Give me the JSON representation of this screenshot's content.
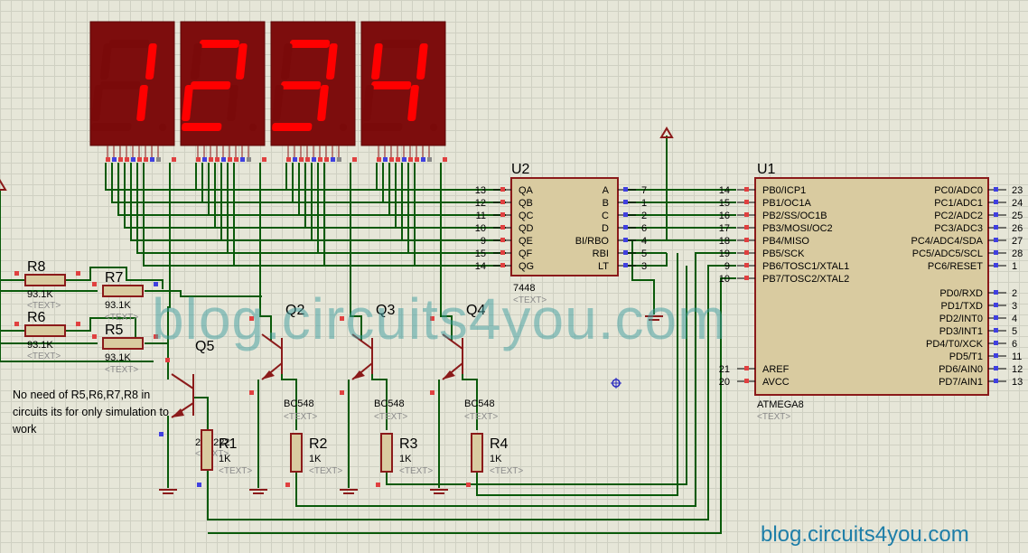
{
  "displays": {
    "digits": [
      "1",
      "2",
      "3",
      "4"
    ],
    "colors": {
      "on": "#ff0000",
      "off": "#7a0a0a",
      "frame": "#7d0d0d"
    }
  },
  "u2": {
    "ref": "U2",
    "part": "7448",
    "text": "<TEXT>",
    "left_pins": [
      {
        "num": "13",
        "name": "QA"
      },
      {
        "num": "12",
        "name": "QB"
      },
      {
        "num": "11",
        "name": "QC"
      },
      {
        "num": "10",
        "name": "QD"
      },
      {
        "num": "9",
        "name": "QE"
      },
      {
        "num": "15",
        "name": "QF"
      },
      {
        "num": "14",
        "name": "QG"
      }
    ],
    "right_pins": [
      {
        "num": "7",
        "name": "A"
      },
      {
        "num": "1",
        "name": "B"
      },
      {
        "num": "2",
        "name": "C"
      },
      {
        "num": "6",
        "name": "D"
      },
      {
        "num": "4",
        "name": "BI/RBO"
      },
      {
        "num": "5",
        "name": "RBI"
      },
      {
        "num": "3",
        "name": "LT"
      }
    ]
  },
  "u1": {
    "ref": "U1",
    "part": "ATMEGA8",
    "text": "<TEXT>",
    "left_pins": [
      {
        "num": "14",
        "name": "PB0/ICP1"
      },
      {
        "num": "15",
        "name": "PB1/OC1A"
      },
      {
        "num": "16",
        "name": "PB2/SS/OC1B"
      },
      {
        "num": "17",
        "name": "PB3/MOSI/OC2"
      },
      {
        "num": "18",
        "name": "PB4/MISO"
      },
      {
        "num": "19",
        "name": "PB5/SCK"
      },
      {
        "num": "9",
        "name": "PB6/TOSC1/XTAL1"
      },
      {
        "num": "10",
        "name": "PB7/TOSC2/XTAL2"
      },
      {
        "num": "21",
        "name": "AREF"
      },
      {
        "num": "20",
        "name": "AVCC"
      }
    ],
    "right_pins": [
      {
        "num": "23",
        "name": "PC0/ADC0"
      },
      {
        "num": "24",
        "name": "PC1/ADC1"
      },
      {
        "num": "25",
        "name": "PC2/ADC2"
      },
      {
        "num": "26",
        "name": "PC3/ADC3"
      },
      {
        "num": "27",
        "name": "PC4/ADC4/SDA"
      },
      {
        "num": "28",
        "name": "PC5/ADC5/SCL"
      },
      {
        "num": "1",
        "name": "PC6/RESET"
      },
      {
        "num": "2",
        "name": "PD0/RXD"
      },
      {
        "num": "3",
        "name": "PD1/TXD"
      },
      {
        "num": "4",
        "name": "PD2/INT0"
      },
      {
        "num": "5",
        "name": "PD3/INT1"
      },
      {
        "num": "6",
        "name": "PD4/T0/XCK"
      },
      {
        "num": "11",
        "name": "PD5/T1"
      },
      {
        "num": "12",
        "name": "PD6/AIN0"
      },
      {
        "num": "13",
        "name": "PD7/AIN1"
      }
    ]
  },
  "resistors_left": {
    "r8": {
      "ref": "R8",
      "value": "93.1K",
      "text": "<TEXT>"
    },
    "r7": {
      "ref": "R7",
      "value": "93.1K",
      "text": "<TEXT>"
    },
    "r6": {
      "ref": "R6",
      "value": "93.1K",
      "text": "<TEXT>"
    },
    "r5": {
      "ref": "R5",
      "value": "93.1K",
      "text": "<TEXT>"
    }
  },
  "transistors": {
    "q5": {
      "ref": "Q5",
      "part": "2N2222",
      "text": "<TEXT>"
    },
    "q2": {
      "ref": "Q2",
      "part": "BC548",
      "text": "<TEXT>"
    },
    "q3": {
      "ref": "Q3",
      "part": "BC548",
      "text": "<TEXT>"
    },
    "q4": {
      "ref": "Q4",
      "part": "BC548",
      "text": "<TEXT>"
    }
  },
  "resistors_base": {
    "r1": {
      "ref": "R1",
      "value": "1K",
      "text": "<TEXT>"
    },
    "r2": {
      "ref": "R2",
      "value": "1K",
      "text": "<TEXT>"
    },
    "r3": {
      "ref": "R3",
      "value": "1K",
      "text": "<TEXT>"
    },
    "r4": {
      "ref": "R4",
      "value": "1K",
      "text": "<TEXT>"
    }
  },
  "note": "No need of R5,R6,R7,R8 in circuits its for only simulation to work",
  "watermark": "blog.circuits4you.com",
  "footer": "blog.circuits4you.com"
}
